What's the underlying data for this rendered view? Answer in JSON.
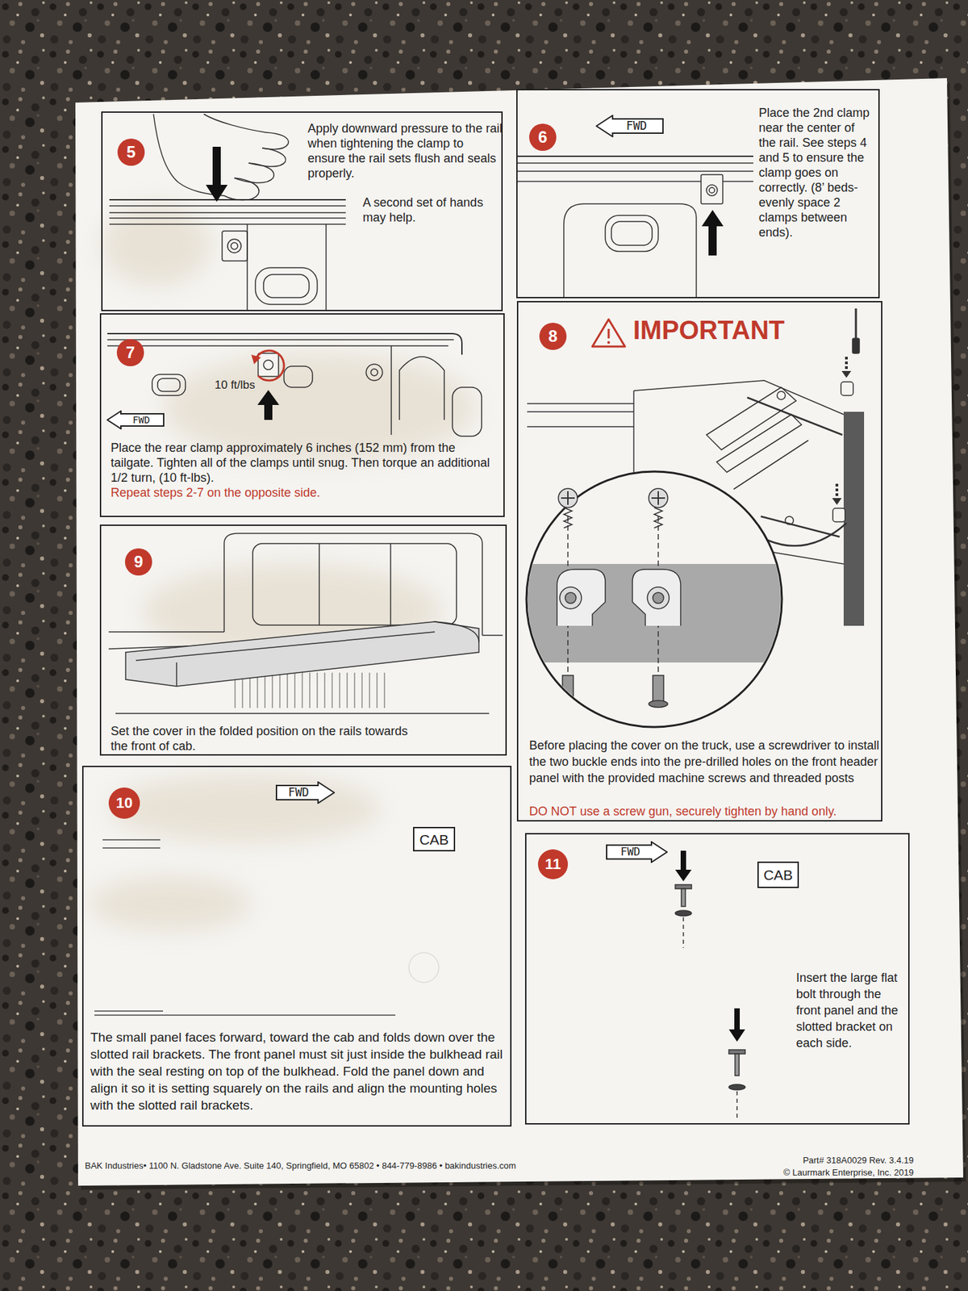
{
  "diagram": {
    "nodes": [
      {
        "text": [
          "Apply downward pressure to the rail when tightening the clamp to ensure the rail sets flush and seals properly.",
          "A second set of hands may help."
        ]
      },
      {
        "text": [
          "5"
        ],
        "in": 0
      },
      {
        "text": [
          "Place the 2nd clamp near the center of the rail. See steps 4 and 5 to ensure the clamp goes on correctly. (8’ beds-evenly space 2 clamps between ends)."
        ]
      },
      {
        "text": [
          "6"
        ],
        "in": 2
      },
      {
        "text": [
          "FWD"
        ],
        "in": 2
      },
      {
        "text": [
          "Place the rear clamp approximately 6 inches (152 mm) from the tailgate. Tighten all of the clamps until snug. Then torque an additional 1/2 turn, (10 ft-lbs).",
          "Repeat steps 2-7 on the opposite side."
        ]
      },
      {
        "text": [
          "7"
        ],
        "in": 5
      },
      {
        "text": [
          "FWD"
        ],
        "in": 5
      },
      {
        "text": [
          "IMPORTANT",
          "Before placing the cover on the truck, use a screwdriver to install the two buckle ends into the pre-drilled holes on the front header panel with the provided machine screws and threaded posts",
          "DO NOT use a screw gun, securely tighten by hand only."
        ]
      },
      {
        "text": [
          "8"
        ],
        "in": 8
      },
      {
        "text": [
          "Set the cover in the folded position on the rails towards the front of cab."
        ]
      },
      {
        "text": [
          "9"
        ],
        "in": 10
      },
      {
        "text": [
          "The small panel faces forward, toward the cab and folds down over the slotted rail brackets. The front panel must sit just inside the bulkhead rail with the seal resting on top of the bulkhead. Fold the panel down and align it so it is setting squarely on the rails and align the mounting holes with the slotted rail brackets."
        ]
      },
      {
        "text": [
          "10"
        ],
        "in": 12
      },
      {
        "text": [
          "FWD"
        ],
        "in": 12
      },
      {
        "text": [
          "CAB"
        ],
        "in": 12
      },
      {
        "text": [
          "Insert the large flat bolt through the front panel and the slotted bracket on each side."
        ]
      },
      {
        "text": [
          "11"
        ],
        "in": 16
      },
      {
        "text": [
          "FWD"
        ],
        "in": 16
      },
      {
        "text": [
          "CAB"
        ],
        "in": 16
      }
    ],
    "labels": [
      "10 ft/lbs",
      "BAK Industries• 1100 N. Gladstone Ave. Suite 140, Springfield, MO 65802 • 844-779-8986 • bakindustries.com",
      "Part# 318A0029  Rev. 3.4.19",
      "© Laurmark Enterprise, Inc. 2019"
    ]
  }
}
